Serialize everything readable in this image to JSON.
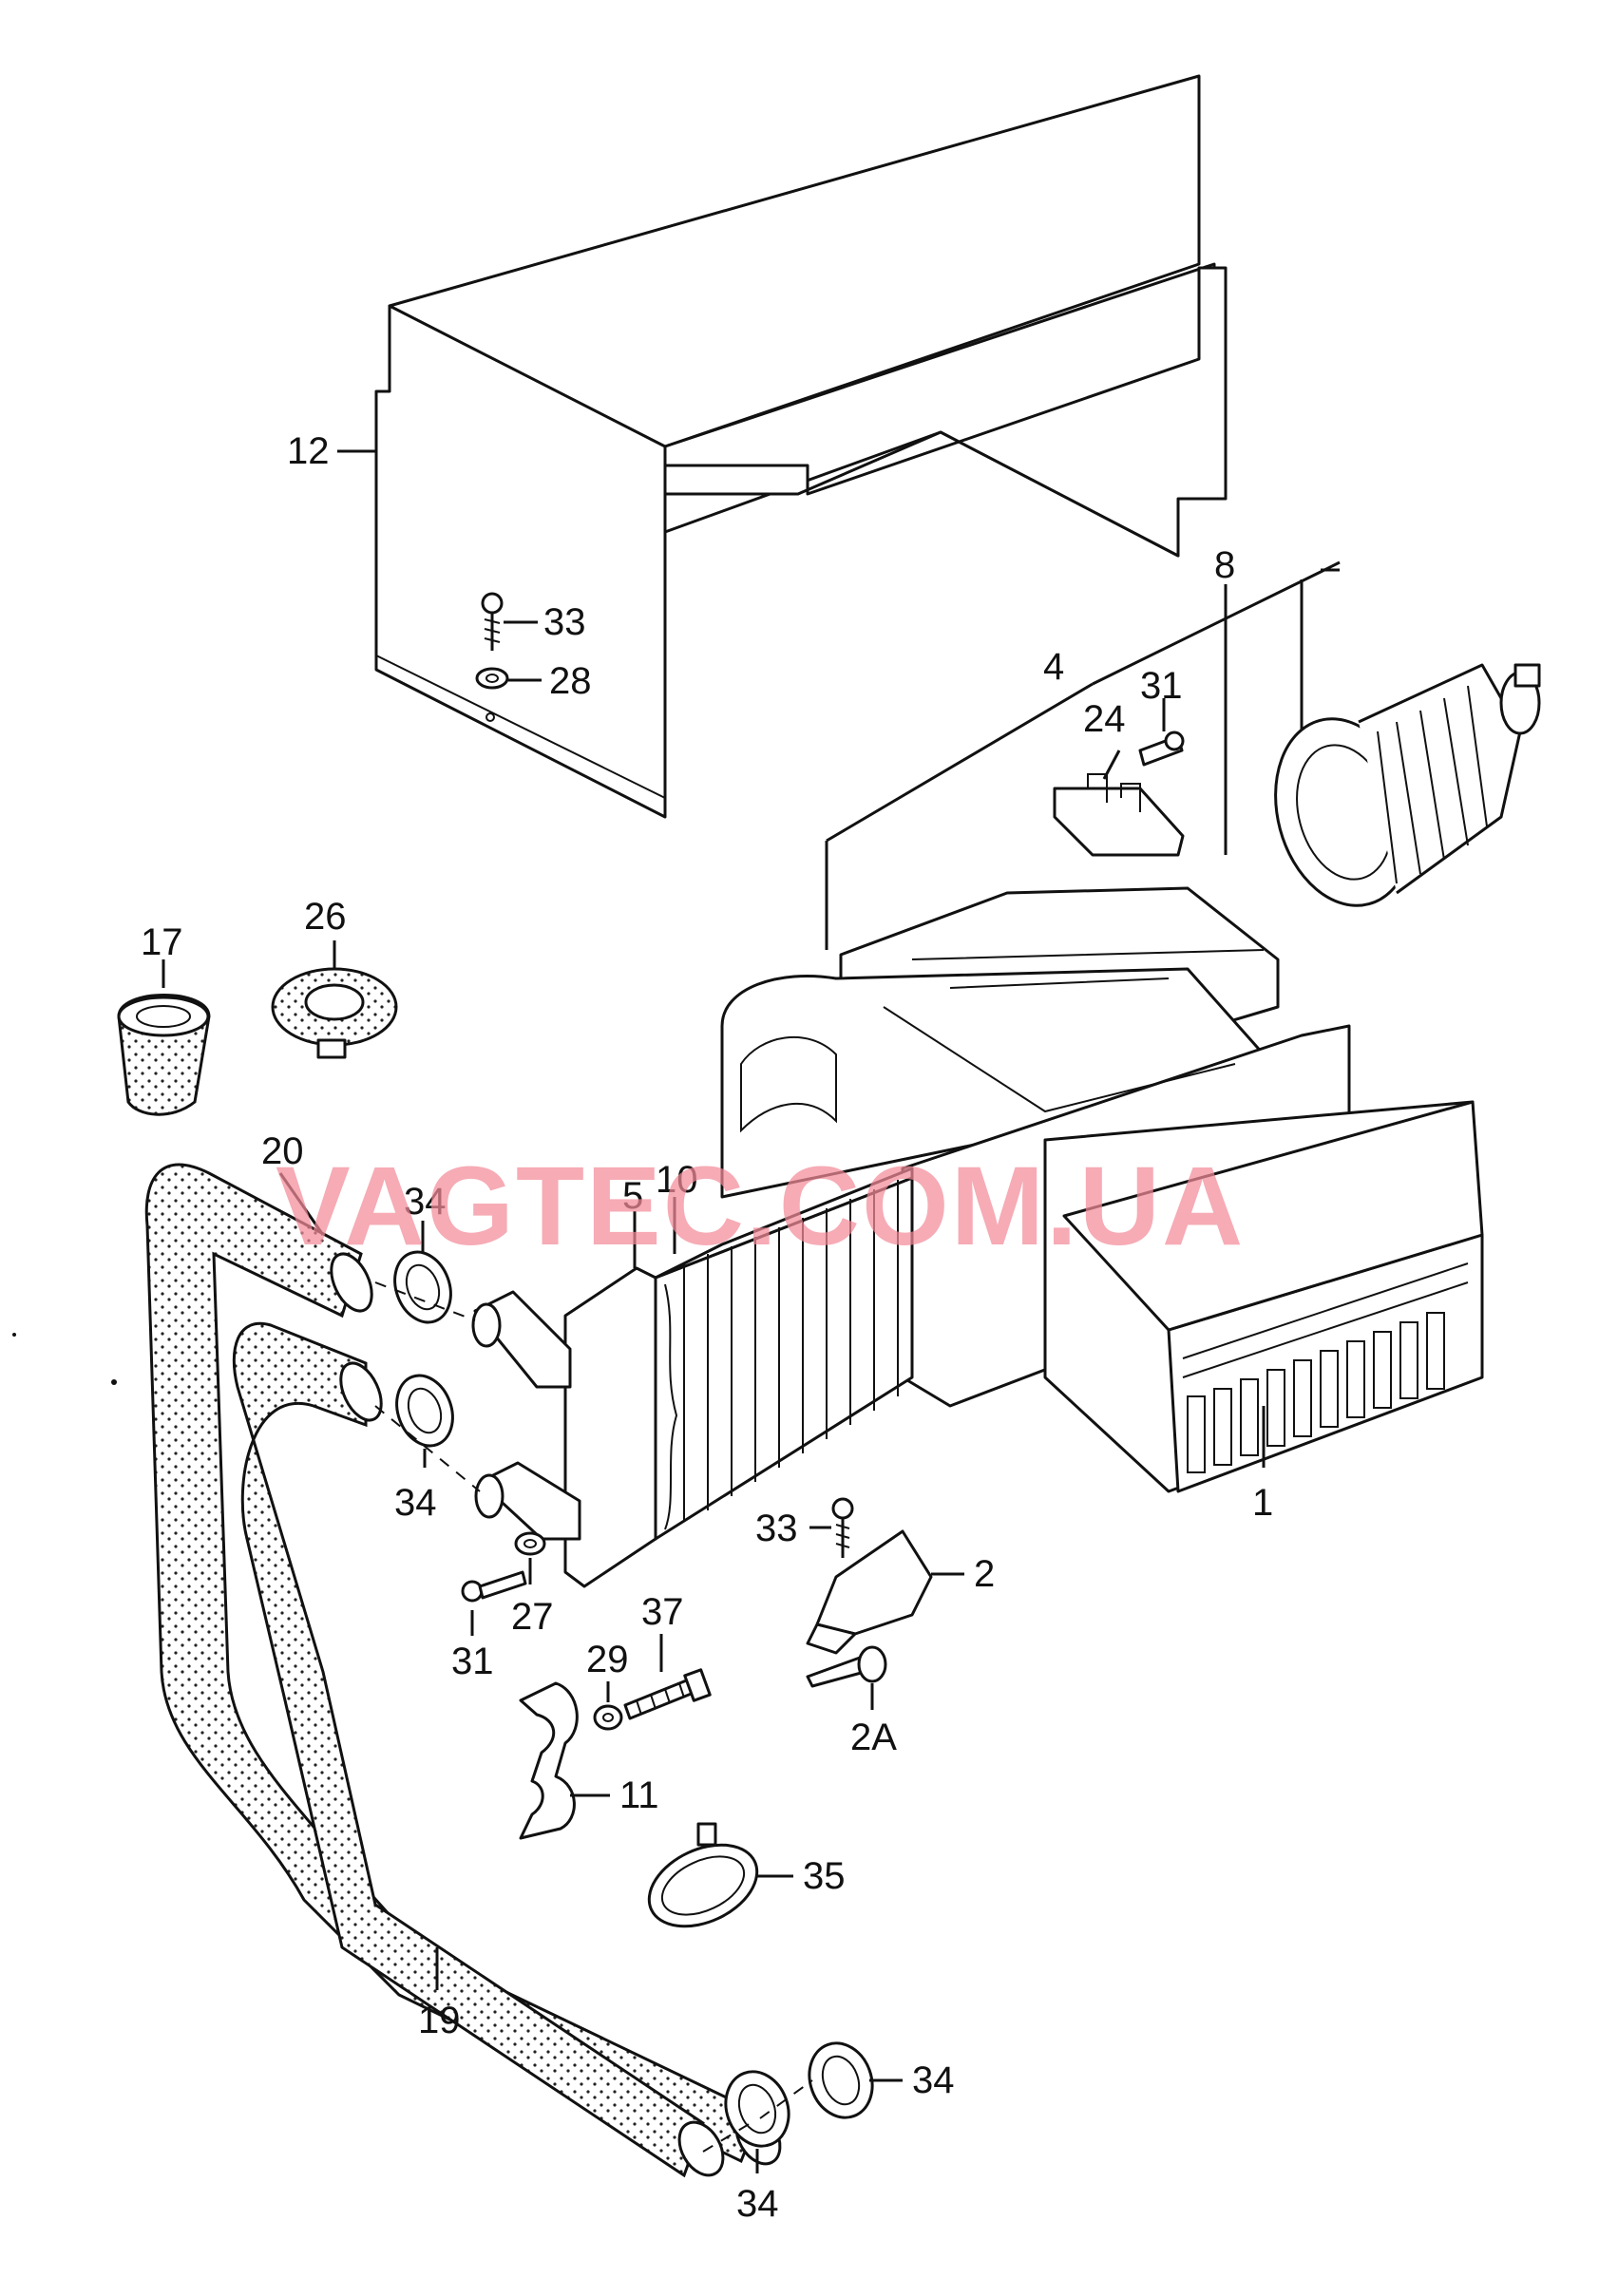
{
  "watermark": "VAGTEC.COM.UA",
  "callouts": [
    {
      "id": "c12",
      "text": "12"
    },
    {
      "id": "c33a",
      "text": "33"
    },
    {
      "id": "c28",
      "text": "28"
    },
    {
      "id": "c8",
      "text": "8"
    },
    {
      "id": "c4",
      "text": "4"
    },
    {
      "id": "c31a",
      "text": "31"
    },
    {
      "id": "c24",
      "text": "24"
    },
    {
      "id": "c17",
      "text": "17"
    },
    {
      "id": "c26",
      "text": "26"
    },
    {
      "id": "c20",
      "text": "20"
    },
    {
      "id": "c34a",
      "text": "34"
    },
    {
      "id": "c10",
      "text": "10"
    },
    {
      "id": "c5",
      "text": "5"
    },
    {
      "id": "c34b",
      "text": "34"
    },
    {
      "id": "c33b",
      "text": "33"
    },
    {
      "id": "c2",
      "text": "2"
    },
    {
      "id": "c1",
      "text": "1"
    },
    {
      "id": "c31b",
      "text": "31"
    },
    {
      "id": "c27",
      "text": "27"
    },
    {
      "id": "c37",
      "text": "37"
    },
    {
      "id": "c29",
      "text": "29"
    },
    {
      "id": "c2A",
      "text": "2A"
    },
    {
      "id": "c11",
      "text": "11"
    },
    {
      "id": "c35",
      "text": "35"
    },
    {
      "id": "c19",
      "text": "19"
    },
    {
      "id": "c34c",
      "text": "34"
    },
    {
      "id": "c34d",
      "text": "34"
    }
  ]
}
